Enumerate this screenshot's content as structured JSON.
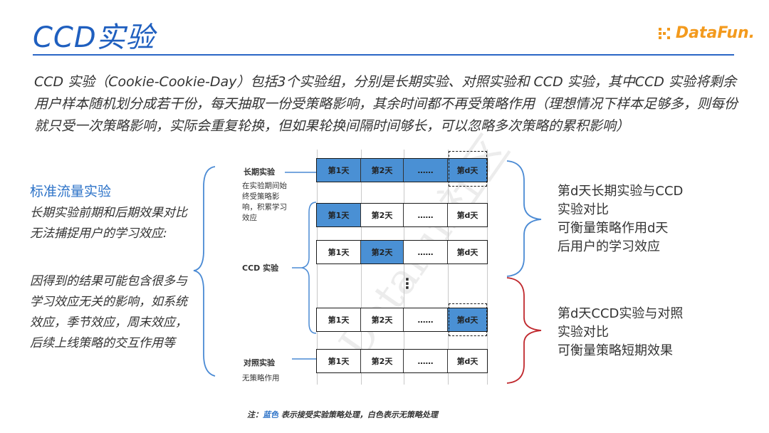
{
  "header": {
    "title": "CCD实验",
    "logo_text": "DataFun."
  },
  "intro": "CCD 实验（Cookie-Cookie-Day）包括3个实验组，分别是长期实验、对照实验和 CCD 实验，其中CCD 实验将剩余用户样本随机划分成若干份，每天抽取一份受策略影响，其余时间都不再受策略作用（理想情况下样本足够多，则每份就只受一次策略影响，实际会重复轮换，但如果轮换间隔时间够长，可以忽略多次策略的累积影响）",
  "left": {
    "heading": "标准流量实验",
    "para1": "长期实验前期和后期效果对比无法捕捉用户的学习效应:",
    "para2": "因得到的结果可能包含很多与学习效应无关的影响，如系统效应，季节效应，周末效应，后续上线策略的交互作用等"
  },
  "diagram": {
    "long_label": "长期实验",
    "long_desc": "在实验期间始终受策略影响，积累学习效应",
    "ccd_label": "CCD 实验",
    "control_label": "对照实验",
    "control_desc": "无策略作用",
    "day1": "第1天",
    "day2": "第2天",
    "dots": "……",
    "dayd": "第d天",
    "vdots": "⋮"
  },
  "right": {
    "upper": [
      "第d天长期实验与CCD",
      "实验对比",
      "可衡量策略作用d天",
      "后用户的学习效应"
    ],
    "lower": [
      "第d天CCD实验与对照",
      "实验对比",
      "可衡量策略短期效果"
    ]
  },
  "note": {
    "prefix": "注：",
    "blue": "蓝色",
    "rest": " 表示接受实验策略处理，白色表示无策略处理"
  },
  "watermark": "Datafun社区",
  "colors": {
    "accent": "#1f5fbf",
    "cell_on": "#4a90d4",
    "brace_red": "#c0282d",
    "logo": "#f39a1d"
  }
}
